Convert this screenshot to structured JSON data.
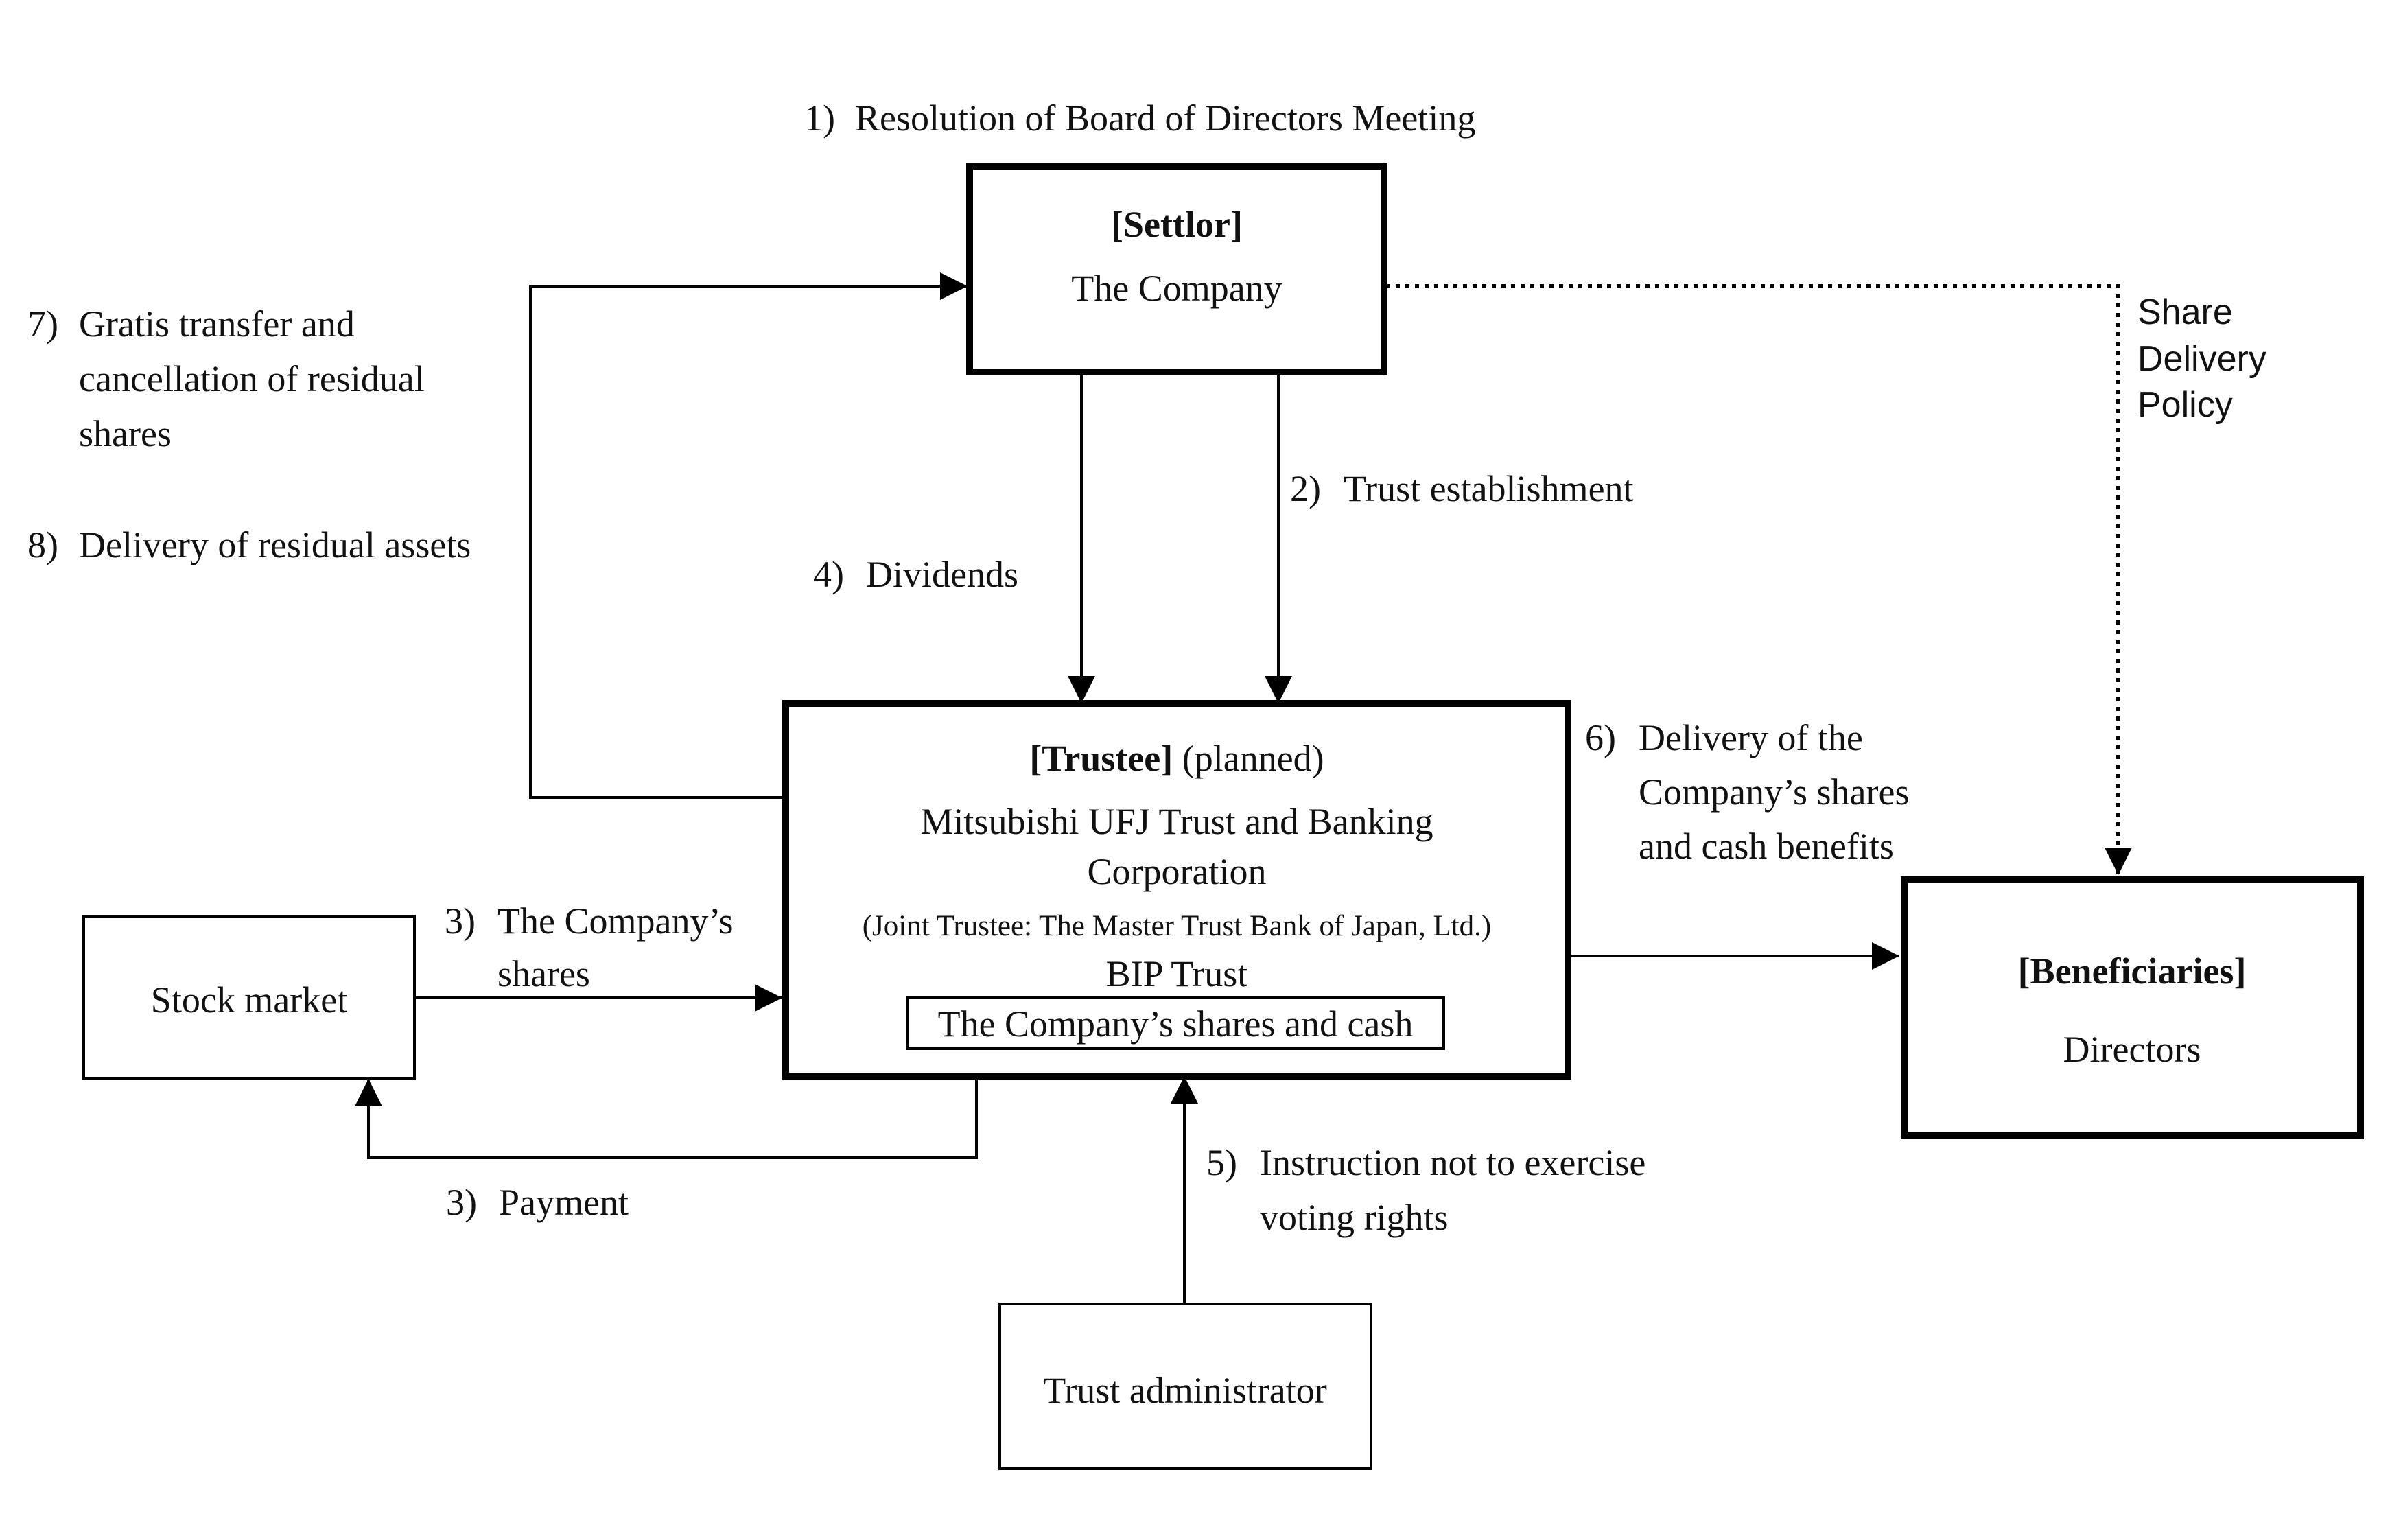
{
  "nodes": {
    "settlor": {
      "title": "[Settlor]",
      "name": "The Company"
    },
    "trustee": {
      "title": "[Trustee]",
      "title_suffix": "(planned)",
      "name_line1": "Mitsubishi UFJ Trust and Banking",
      "name_line2": "Corporation",
      "joint": "(Joint Trustee: The Master Trust Bank of Japan, Ltd.)",
      "trust_name": "BIP Trust",
      "holdings": "The Company’s shares and cash"
    },
    "beneficiaries": {
      "title": "[Beneficiaries]",
      "name": "Directors"
    },
    "stock_market": {
      "name": "Stock market"
    },
    "trust_admin": {
      "name": "Trust administrator"
    }
  },
  "steps": {
    "s1": {
      "num": "1)",
      "text": "Resolution of Board of Directors Meeting"
    },
    "s2": {
      "num": "2)",
      "text": "Trust establishment"
    },
    "s3a": {
      "num": "3)",
      "line1": "The Company’s",
      "line2": "shares"
    },
    "s3b": {
      "num": "3)",
      "text": "Payment"
    },
    "s4": {
      "num": "4)",
      "text": "Dividends"
    },
    "s5": {
      "num": "5)",
      "line1": "Instruction not to exercise",
      "line2": "voting rights"
    },
    "s6": {
      "num": "6)",
      "line1": "Delivery of the",
      "line2": "Company’s shares",
      "line3": "and cash benefits"
    },
    "s7": {
      "num": "7)",
      "line1": "Gratis transfer and",
      "line2": "cancellation of residual",
      "line3": "shares"
    },
    "s8": {
      "num": "8)",
      "text": "Delivery of residual assets"
    }
  },
  "policy": {
    "line1": "Share",
    "line2": "Delivery",
    "line3": "Policy"
  }
}
